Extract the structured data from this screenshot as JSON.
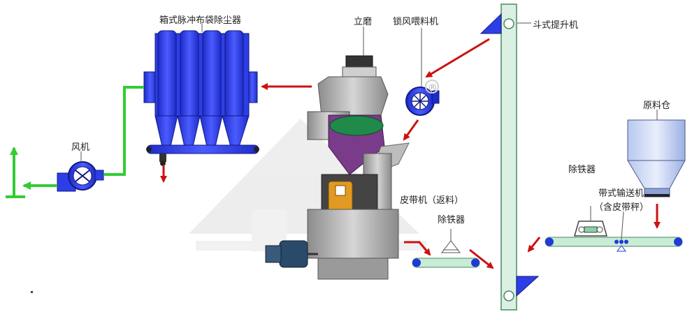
{
  "labels": {
    "baghouse": "箱式脉冲布袋除尘器",
    "mill": "立磨",
    "feeder": "锁风喂料机",
    "elevator": "斗式提升机",
    "fan": "风机",
    "return_belt": "皮带机（返料）",
    "iron_remover_left": "除铁器",
    "iron_remover_right": "除铁器",
    "conveyor_line1": "带式输送机",
    "conveyor_line2": "（含皮带秤）",
    "raw_bin": "原料仓"
  },
  "registered_mark": "®",
  "colors": {
    "baghouse_blue": "#2e3ee6",
    "pipe_green": "#33cc33",
    "arrow_red": "#cc1111",
    "elevator_fill": "#d9f0e2",
    "elevator_stroke": "#4a8a60",
    "belt_fill": "#c8ecd6",
    "belt_edge": "#1f3ad8",
    "watermark": "#e3e3e3"
  }
}
